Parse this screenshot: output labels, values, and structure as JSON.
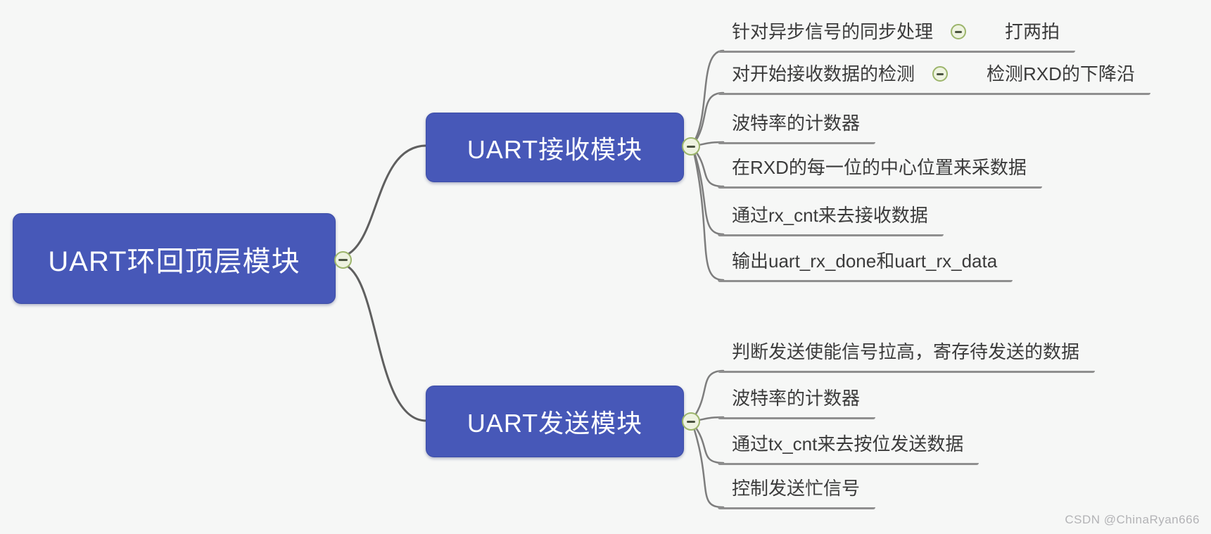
{
  "root": {
    "label": "UART环回顶层模块"
  },
  "branches": [
    {
      "label": "UART接收模块",
      "leaves": [
        {
          "label": "针对异步信号的同步处理",
          "children": [
            {
              "label": "打两拍"
            }
          ]
        },
        {
          "label": "对开始接收数据的检测",
          "children": [
            {
              "label": "检测RXD的下降沿"
            }
          ]
        },
        {
          "label": "波特率的计数器"
        },
        {
          "label": "在RXD的每一位的中心位置来采数据"
        },
        {
          "label": "通过rx_cnt来去接收数据"
        },
        {
          "label": "输出uart_rx_done和uart_rx_data"
        }
      ]
    },
    {
      "label": "UART发送模块",
      "leaves": [
        {
          "label": "判断发送使能信号拉高，寄存待发送的数据"
        },
        {
          "label": "波特率的计数器"
        },
        {
          "label": "通过tx_cnt来去按位发送数据"
        },
        {
          "label": "控制发送忙信号"
        }
      ]
    }
  ],
  "icons": {
    "collapse": "minus-circle"
  },
  "colors": {
    "node_fill": "#4758b8",
    "node_text": "#ffffff",
    "line_gray": "#8f8f8f",
    "collapse_fill": "#eef3e0",
    "collapse_ring": "#9cb56b",
    "background": "#f6f7f6"
  },
  "watermark": "CSDN @ChinaRyan666"
}
